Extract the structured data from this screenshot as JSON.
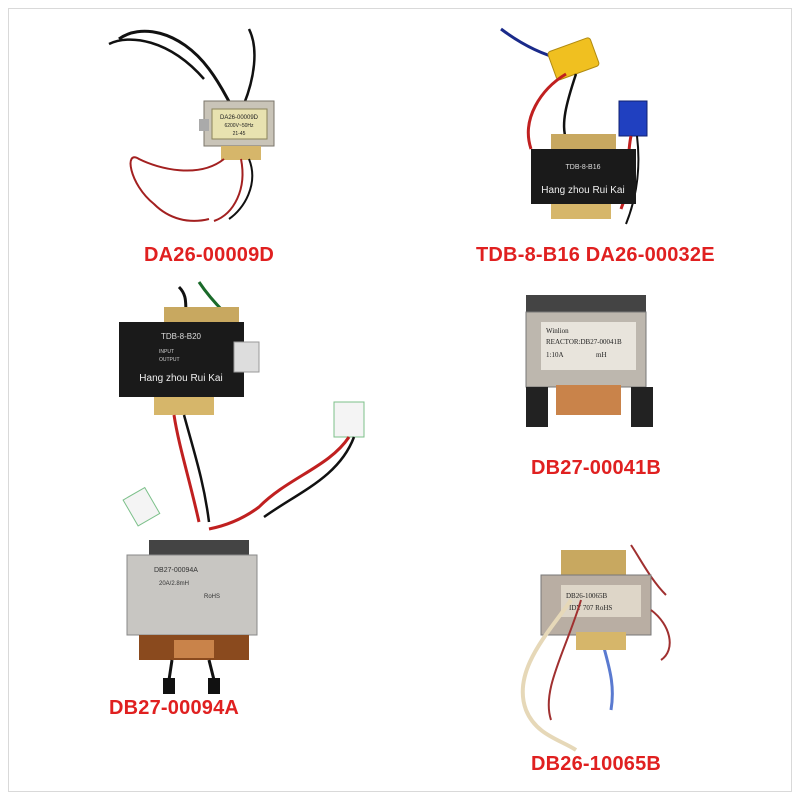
{
  "accent_color": "#e02020",
  "items": [
    {
      "label": "DA26-00009D",
      "plate": [
        "DA26-00009D",
        "6200V~50Hz",
        "21-45"
      ]
    },
    {
      "label": "TDB-8-B16 DA26-00032E",
      "plate": [
        "TDB-8-B16",
        "Hang zhou Rui Kai"
      ]
    },
    {
      "label": "",
      "plate": [
        "TDB-8-B20",
        "Hang zhou Rui Kai",
        "INPUT",
        "OUTPUT"
      ]
    },
    {
      "label": "DB27-00041B",
      "plate": [
        "Winlion",
        "REACTOR:DB27-00041B",
        "1:10A",
        "mH"
      ]
    },
    {
      "label": "DB27-00094A",
      "plate": [
        "DB27-00094A",
        "20A/2.8mH",
        "RoHS"
      ]
    },
    {
      "label": "DB26-10065B",
      "plate": [
        "DB26-10065B",
        "IDY 707 RoHS"
      ]
    }
  ]
}
